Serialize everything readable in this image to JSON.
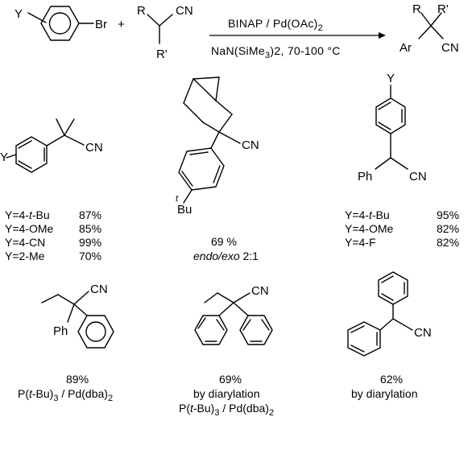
{
  "scheme": {
    "reaction": {
      "reactant_aryl": {
        "y": "Y",
        "br": "Br"
      },
      "plus": "+",
      "reactant_nitrile": {
        "r": "R",
        "rprime": "R'",
        "cn": "CN"
      },
      "conditions_top": "BINAP / Pd(OAc)",
      "conditions_top_sub": "2",
      "conditions_bottom_pre": "NaN(SiMe",
      "conditions_bottom_sub": "3",
      "conditions_bottom_post": ")2, 70-100 °C",
      "product": {
        "r": "R",
        "rprime": "R'",
        "ar": "Ar",
        "cn": "CN"
      }
    },
    "products": [
      {
        "id": "p1",
        "labels": {
          "y": "Y",
          "cn": "CN"
        },
        "yields": [
          {
            "substituent_pre": "Y=4-",
            "substituent_it": "t",
            "substituent_post": "-Bu",
            "yield": "87%"
          },
          {
            "substituent_pre": "Y=4-OMe",
            "substituent_it": "",
            "substituent_post": "",
            "yield": "85%"
          },
          {
            "substituent_pre": "Y=4-CN",
            "substituent_it": "",
            "substituent_post": "",
            "yield": "99%"
          },
          {
            "substituent_pre": "Y=2-Me",
            "substituent_it": "",
            "substituent_post": "",
            "yield": "70%"
          }
        ]
      },
      {
        "id": "p2",
        "labels": {
          "cn": "CN",
          "t": "t",
          "bu": "Bu"
        },
        "yield": "69 %",
        "note_it": "endo/exo",
        "note": " 2:1"
      },
      {
        "id": "p3",
        "labels": {
          "y": "Y",
          "ph": "Ph",
          "cn": "CN"
        },
        "yields": [
          {
            "substituent_pre": "Y=4-",
            "substituent_it": "t",
            "substituent_post": "-Bu",
            "yield": "95%"
          },
          {
            "substituent_pre": "Y=4-OMe",
            "substituent_it": "",
            "substituent_post": "",
            "yield": "82%"
          },
          {
            "substituent_pre": "Y=4-F",
            "substituent_it": "",
            "substituent_post": "",
            "yield": "82%"
          }
        ]
      },
      {
        "id": "p4",
        "labels": {
          "cn": "CN",
          "ph": "Ph"
        },
        "yield": "89%",
        "cat_pre": "P(",
        "cat_it": "t",
        "cat_mid": "-Bu)",
        "cat_sub1": "3",
        "cat_post": " / Pd(dba)",
        "cat_sub2": "2"
      },
      {
        "id": "p5",
        "labels": {
          "cn": "CN"
        },
        "yield": "69%",
        "method": "by diarylation",
        "cat_pre": "P(",
        "cat_it": "t",
        "cat_mid": "-Bu)",
        "cat_sub1": "3",
        "cat_post": " / Pd(dba)",
        "cat_sub2": "2"
      },
      {
        "id": "p6",
        "labels": {
          "cn": "CN"
        },
        "yield": "62%",
        "method": "by diarylation"
      }
    ]
  }
}
